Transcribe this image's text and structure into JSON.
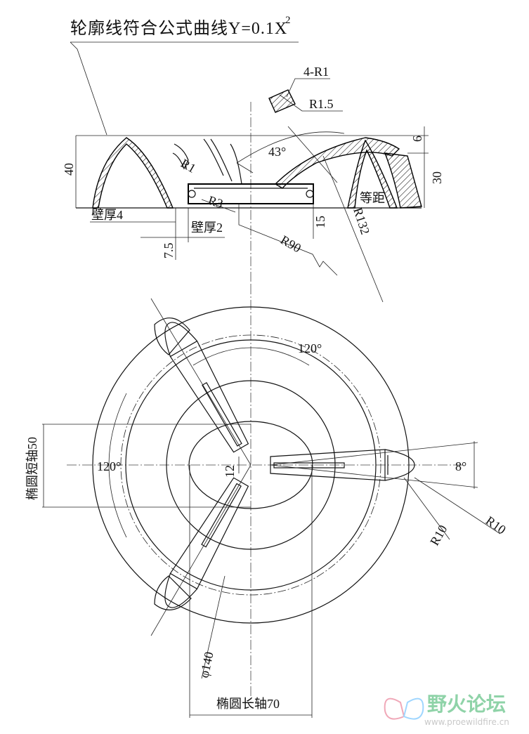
{
  "title": {
    "main": "轮廓线符合公式曲线Y=0.1X",
    "superscript": "2"
  },
  "section_view": {
    "labels": {
      "fillet_count": "4-R1",
      "small_radius": "R1.5",
      "angle": "43°",
      "fillet_r1": "R1",
      "fillet_r3": "R3",
      "wall4": "壁厚4",
      "wall2": "壁厚2",
      "radius90": "R90",
      "radius132": "R132",
      "equal_dist": "等距"
    },
    "dimensions": {
      "height_left": "40",
      "height_right": "30",
      "top_offset": "6",
      "height_center": "15",
      "offset_bottom": "7.5"
    }
  },
  "plan_view": {
    "labels": {
      "angle_top": "120°",
      "angle_left": "120°",
      "angle_right": "8°",
      "center_gap": "12",
      "minor_axis": "椭圆短轴50",
      "major_axis": "椭圆长轴70",
      "diameter": "φ140",
      "radius10_a": "R10",
      "radius10_b": "R10"
    }
  },
  "watermark": {
    "name": "野火论坛",
    "url": "www.proewildfire.cn",
    "accent_color": "#8fd3a8"
  }
}
